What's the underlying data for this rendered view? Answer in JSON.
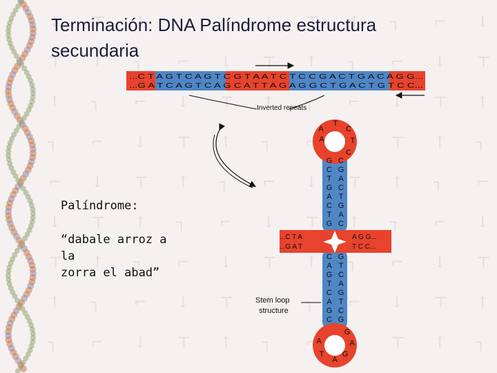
{
  "slide": {
    "title": "Terminación: DNA Palíndrome estructura secundaria",
    "palindrome_label": "Palíndrome:",
    "quote_lines": [
      "“dabale arroz a",
      "la",
      "zorra el abad”"
    ]
  },
  "figure": {
    "top_strand": "...C T A G T C A G T C G T A A T C T C C G A C T G A C A G G...",
    "bottom_strand": "...G A T C A G T C A G C A T T A G A G G C T G A C T G T C C...",
    "inverted_repeats_label": "Inverted repeats",
    "stem_loop_label_line1": "Stem  loop",
    "stem_loop_label_line2": "structure",
    "left_arm_top": "...C T A",
    "left_arm_bottom": "...G A T",
    "right_arm_top": "A G G...",
    "right_arm_bottom": "T C C...",
    "top_loop": [
      "A",
      "T",
      "C",
      "T",
      "C",
      "A"
    ],
    "upper_stem_left": [
      "G",
      "C",
      "T",
      "G",
      "A",
      "C",
      "T",
      "G"
    ],
    "upper_stem_right": [
      "C",
      "G",
      "A",
      "C",
      "T",
      "G",
      "A",
      "C"
    ],
    "lower_stem_left": [
      "C",
      "A",
      "G",
      "T",
      "C",
      "A",
      "G",
      "C"
    ],
    "lower_stem_right": [
      "G",
      "T",
      "C",
      "A",
      "G",
      "T",
      "C",
      "G"
    ],
    "bottom_loop": [
      "A",
      "T",
      "A",
      "G",
      "A",
      "G"
    ]
  },
  "colors": {
    "red": "#e8432c",
    "blue": "#4f86c6",
    "title": "#1c1c3a"
  }
}
